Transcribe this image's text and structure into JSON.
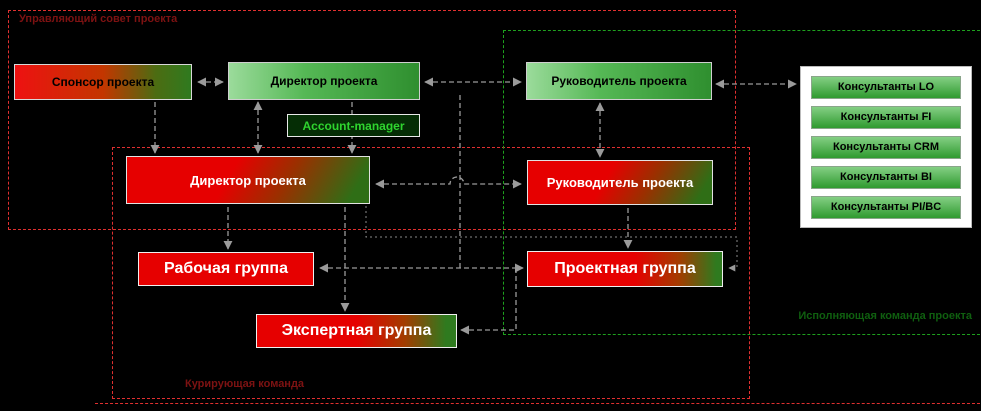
{
  "groups": {
    "steering": {
      "label": "Управляющий совет проекта"
    },
    "curating": {
      "label": "Курирующая команда"
    },
    "executor": {
      "label": "Исполняющая команда проекта"
    }
  },
  "nodes": {
    "sponsor": "Спонсор проекта",
    "director_top": "Директор проекта",
    "account_manager": "Account-manager",
    "pm_top": "Руководитель проекта",
    "director_mid": "Директор проекта",
    "pm_mid": "Руководитель проекта",
    "work_group": "Рабочая группа",
    "project_group": "Проектная группа",
    "expert_group": "Экспертная группа",
    "consultants": [
      "Консультанты LO",
      "Консультанты FI",
      "Консультанты CRM",
      "Консультанты BI",
      "Консультанты PI/BC"
    ]
  },
  "colors": {
    "background": "#000000",
    "node_red": "#e60000",
    "node_green": "#2f8f2f",
    "group_border_red": "#e03030",
    "group_border_green": "#1ea01e",
    "connector_gray": "#9a9a9a",
    "account_text_green": "#2fd42f"
  }
}
